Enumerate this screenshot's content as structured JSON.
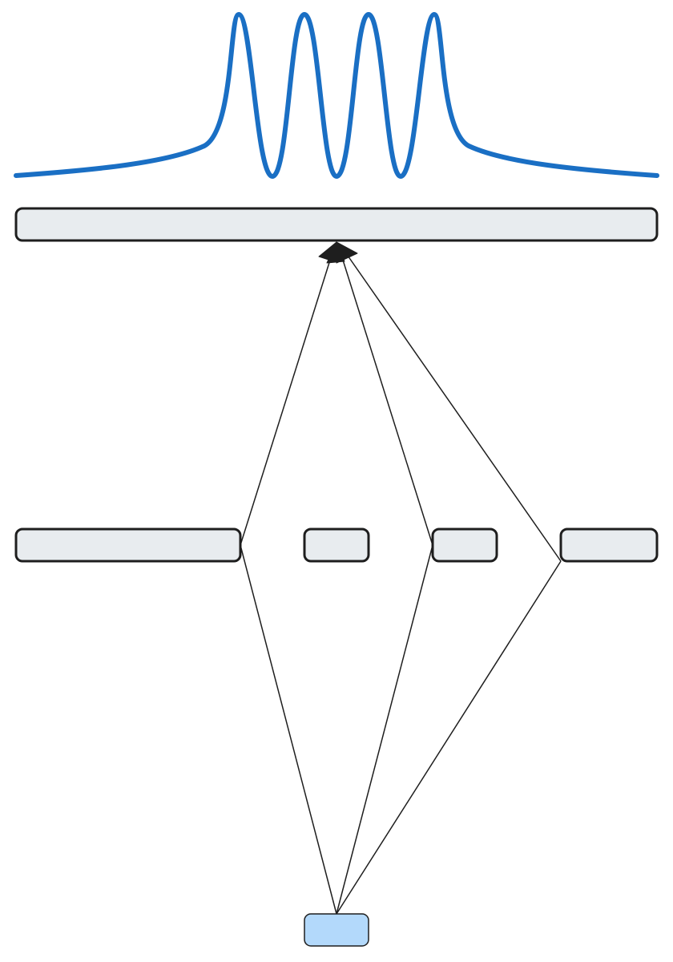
{
  "colors": {
    "background": "#ffffff",
    "wave_stroke": "#1a6fc4",
    "node_fill": "#e8ecef",
    "node_highlight_fill": "#b3d9fb",
    "node_stroke": "#1e1e1e",
    "edge_stroke": "#1e1e1e",
    "arrowhead_fill": "#1e1e1e"
  },
  "diagram": {
    "nodes": [
      {
        "id": "top-bar",
        "label": ""
      },
      {
        "id": "middle-node-1",
        "label": ""
      },
      {
        "id": "middle-node-2",
        "label": ""
      },
      {
        "id": "middle-node-3",
        "label": ""
      },
      {
        "id": "middle-node-4",
        "label": ""
      },
      {
        "id": "bottom-node",
        "label": ""
      }
    ],
    "edges": [
      {
        "from": "bottom-node",
        "to": "middle-node-1"
      },
      {
        "from": "bottom-node",
        "to": "middle-node-3"
      },
      {
        "from": "bottom-node",
        "to": "middle-node-4"
      },
      {
        "from": "middle-node-1",
        "to": "top-bar",
        "arrow": true
      },
      {
        "from": "middle-node-3",
        "to": "top-bar",
        "arrow": true
      },
      {
        "from": "middle-node-4",
        "to": "top-bar",
        "arrow": true
      }
    ],
    "wave": {
      "description_shape": "four-peaked resonance curve",
      "peak_count": 4
    }
  }
}
